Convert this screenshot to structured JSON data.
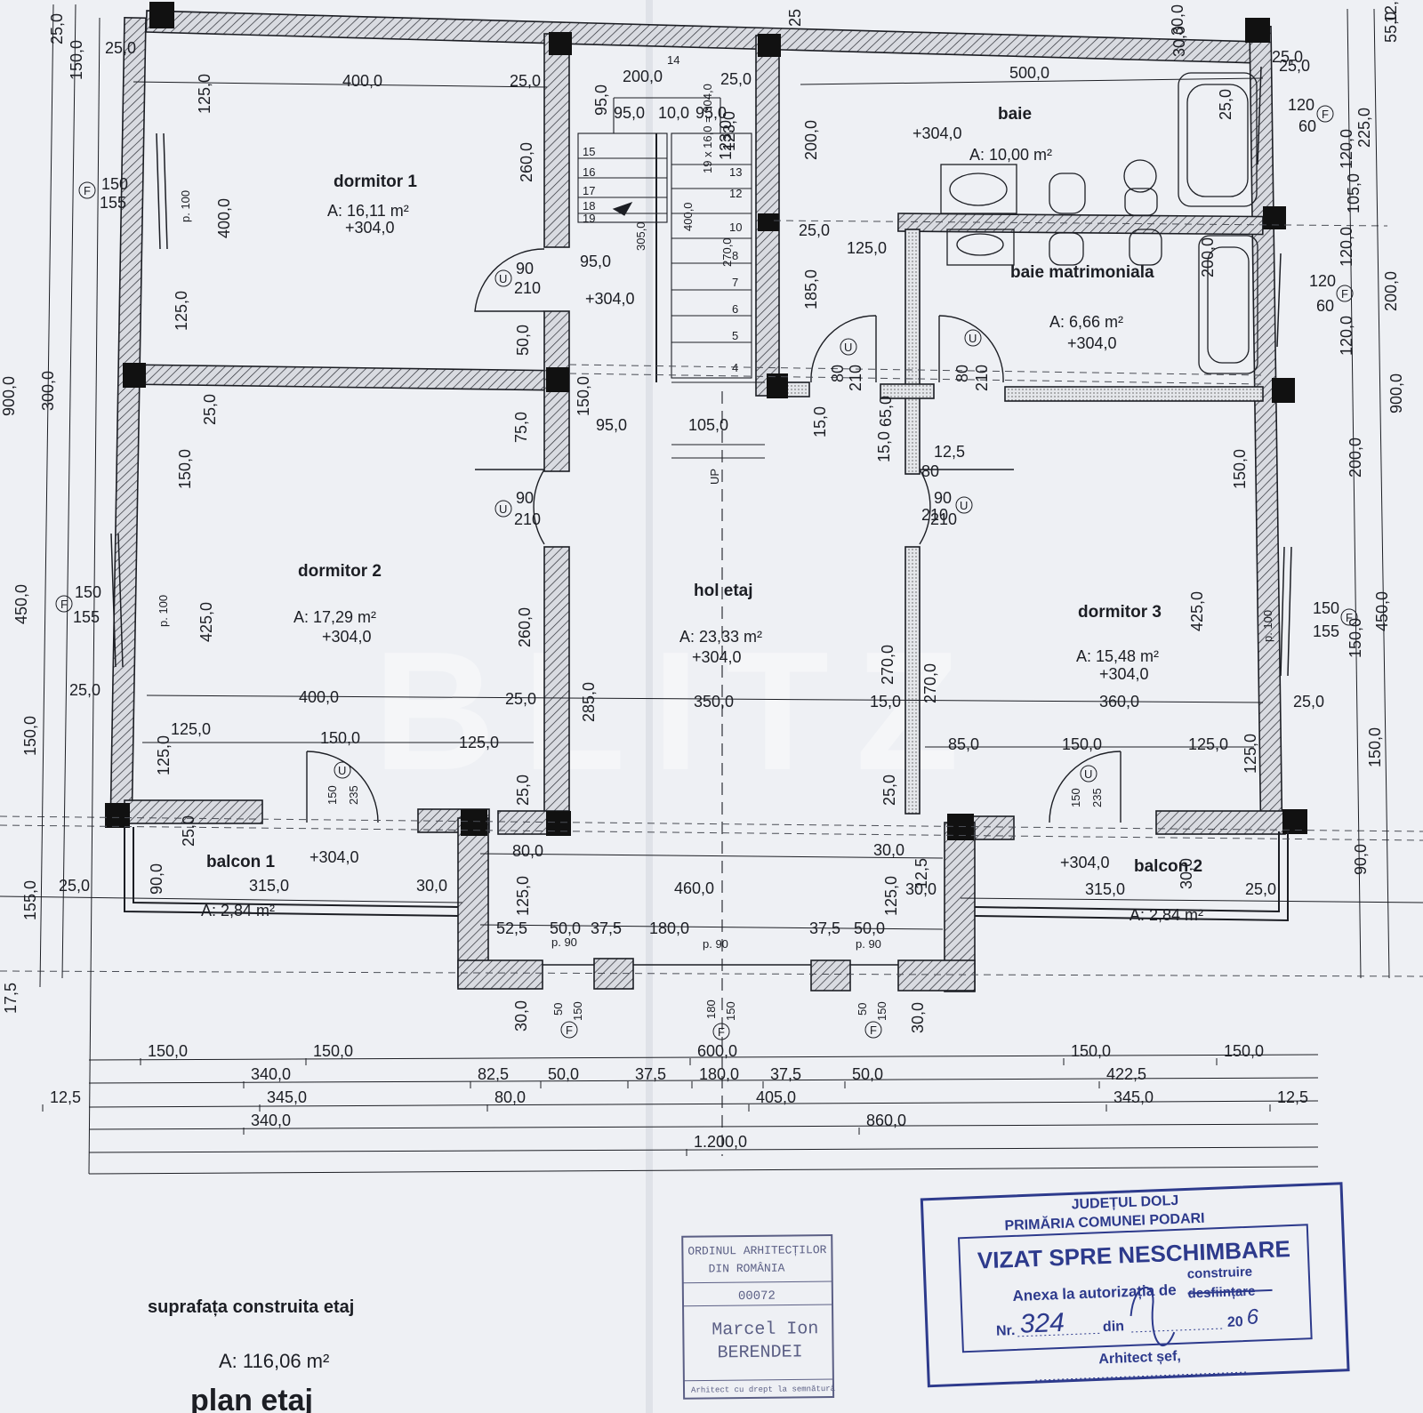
{
  "rooms": {
    "dormitor1": {
      "name": "dormitor 1",
      "area": "A: 16,11 m²",
      "level": "+304,0"
    },
    "dormitor2": {
      "name": "dormitor 2",
      "area": "A: 17,29 m²",
      "level": "+304,0"
    },
    "dormitor3": {
      "name": "dormitor 3",
      "area": "A: 15,48 m²",
      "level": "+304,0"
    },
    "baie": {
      "name": "baie",
      "area": "A: 10,00 m²",
      "level": "+304,0"
    },
    "baie_matrimoniala": {
      "name": "baie matrimoniala",
      "area": "A: 6,66 m²",
      "level": "+304,0"
    },
    "hol_etaj": {
      "name": "hol etaj",
      "area": "A: 23,33 m²",
      "level": "+304,0"
    },
    "balcon1": {
      "name": "balcon 1",
      "area": "A: 2,84 m²",
      "level": "+304,0"
    },
    "balcon2": {
      "name": "balcon 2",
      "area": "A: 2,84 m²",
      "level": "+304,0"
    },
    "stair_landing": {
      "level": "+304,0"
    }
  },
  "stair": {
    "steps": [
      "4",
      "5",
      "6",
      "7",
      "8",
      "10",
      "12",
      "13",
      "14",
      "15",
      "16",
      "17",
      "18",
      "19"
    ],
    "labels": [
      "305,0",
      "400,0",
      "270,0",
      "123,0",
      "19 x 16,0 = 304,0"
    ],
    "up": "UP"
  },
  "doors": [
    {
      "id": "d-dorm1",
      "w": "90",
      "h": "210",
      "tag": "U"
    },
    {
      "id": "d-dorm2",
      "w": "90",
      "h": "210",
      "tag": "U"
    },
    {
      "id": "d-dorm3",
      "w": "90",
      "h": "210",
      "tag": "U"
    },
    {
      "id": "d-baie",
      "w": "80",
      "h": "210",
      "tag": "U"
    },
    {
      "id": "d-baiem",
      "w": "80",
      "h": "210",
      "tag": "U"
    },
    {
      "id": "d-bal1",
      "w": "150",
      "h": "235",
      "tag": "U"
    },
    {
      "id": "d-bal2",
      "w": "150",
      "h": "235",
      "tag": "U"
    }
  ],
  "windows": [
    {
      "id": "w-dorm1",
      "top": "150",
      "bottom": "155",
      "tag": "F",
      "sill": "p. 100"
    },
    {
      "id": "w-dorm2",
      "top": "150",
      "bottom": "155",
      "tag": "F",
      "sill": "p. 100"
    },
    {
      "id": "w-dorm3",
      "top": "150",
      "bottom": "155",
      "tag": "F",
      "sill": "p. 100"
    },
    {
      "id": "w-baie",
      "top": "120",
      "bottom": "60",
      "tag": "F"
    },
    {
      "id": "w-baiem",
      "top": "120",
      "bottom": "60",
      "tag": "F"
    },
    {
      "id": "w-front1",
      "a": "50",
      "b": "150",
      "tag": "F",
      "sill": "p. 90"
    },
    {
      "id": "w-front2",
      "a": "180",
      "b": "150",
      "tag": "F",
      "sill": "p. 90"
    },
    {
      "id": "w-front3",
      "a": "50",
      "b": "150",
      "tag": "F",
      "sill": "p. 90"
    }
  ],
  "dims_interior": [
    "25,0",
    "400,0",
    "25,0",
    "200,0",
    "25,0",
    "500,0",
    "25,0",
    "95,0",
    "95,0",
    "10,0",
    "95,0",
    "150,0",
    "125,0",
    "400,0",
    "260,0",
    "95,0",
    "200,0",
    "123,0",
    "25,0",
    "125,0",
    "185,0",
    "15,0",
    "120,0",
    "105,0",
    "125,0",
    "300,0",
    "25,0",
    "150,0",
    "50,0",
    "75,0",
    "150,0",
    "95,0",
    "105,0",
    "15,0",
    "65,0",
    "80",
    "210",
    "12,5",
    "150,0",
    "200,0",
    "425,0",
    "260,0",
    "285,0",
    "270,0",
    "270,0",
    "425,0",
    "150,0",
    "25,0",
    "400,0",
    "25,0",
    "350,0",
    "15,0",
    "360,0",
    "25,0",
    "125,0",
    "125,0",
    "150,0",
    "125,0",
    "85,0",
    "150,0",
    "125,0",
    "125,0",
    "25,0",
    "25,0",
    "25,0",
    "80,0",
    "30,0",
    "90,0",
    "25,0",
    "315,0",
    "30,0",
    "460,0",
    "30,0",
    "315,0",
    "25,0",
    "125,0",
    "125,0",
    "52,5",
    "50,0",
    "37,5",
    "180,0",
    "37,5",
    "50,0",
    "30,0",
    "30,0",
    "55,0",
    "12,5",
    "225,0",
    "120,0",
    "200,0",
    "120,0",
    "900,0",
    "900,0",
    "450,0",
    "450,0",
    "150,0",
    "150,0",
    "155,0",
    "17,5",
    "90,0",
    "30,0",
    "12,5",
    "25,0",
    "30,0",
    "200,0",
    "25,0",
    "30,0",
    "25",
    "25,0"
  ],
  "dims_bottom": [
    [
      "150,0",
      "150,0",
      "600,0",
      "150,0",
      "150,0"
    ],
    [
      "340,0",
      "82,5",
      "50,0",
      "37,5",
      "180,0",
      "37,5",
      "50,0",
      "422,5"
    ],
    [
      "12,5",
      "345,0",
      "80,0",
      "405,0",
      "345,0",
      "12,5"
    ],
    [
      "340,0",
      "860,0"
    ],
    [
      "1.200,0"
    ]
  ],
  "footer": {
    "caption": "suprafața construita etaj",
    "area": "A: 116,06 m²",
    "title": "plan etaj"
  },
  "stamp_architect": {
    "org1": "ORDINUL ARHITECȚILOR",
    "org2": "DIN ROMÂNIA",
    "number": "00072",
    "name1": "Marcel Ion",
    "name2": "BERENDEI",
    "footer": "Arhitect cu drept la semnătură"
  },
  "stamp_mayor": {
    "line1": "JUDEȚUL DOLJ",
    "line2": "PRIMĂRIA COMUNEI PODARI",
    "headline": "VIZAT SPRE NESCHIMBARE",
    "annex": "Anexa la autorizația de",
    "opt1": "construire",
    "opt2": "desființare",
    "nr_label": "Nr.",
    "nr_value": "324",
    "din_label": "din",
    "year_label": "20",
    "year_value": "6",
    "signer": "Arhitect șef,"
  },
  "watermark": "BLITZ",
  "colors": {
    "ink": "#1c1e24",
    "paper": "#eef0f4",
    "stamp_blue": "#2d3a8c"
  }
}
